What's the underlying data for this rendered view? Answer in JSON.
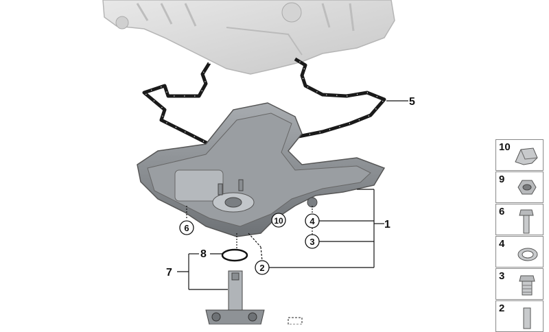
{
  "callouts": {
    "c5": "5",
    "c1": "1",
    "c7": "7",
    "c8": "8",
    "c6": "6",
    "c10": "10",
    "c4": "4",
    "c3": "3",
    "c2": "2"
  },
  "side_panel": [
    {
      "num": "10",
      "icon": "clip-icon"
    },
    {
      "num": "9",
      "icon": "hex-nut-icon"
    },
    {
      "num": "6",
      "icon": "hex-bolt-icon"
    },
    {
      "num": "4",
      "icon": "sealing-ring-icon"
    },
    {
      "num": "3",
      "icon": "drain-plug-icon"
    },
    {
      "num": "2",
      "icon": "screw-icon"
    }
  ],
  "colors": {
    "engine_block": "#d9d9d9",
    "oil_pan": "#8e9296",
    "gasket": "#1a1a1a",
    "lines": "#111111"
  }
}
